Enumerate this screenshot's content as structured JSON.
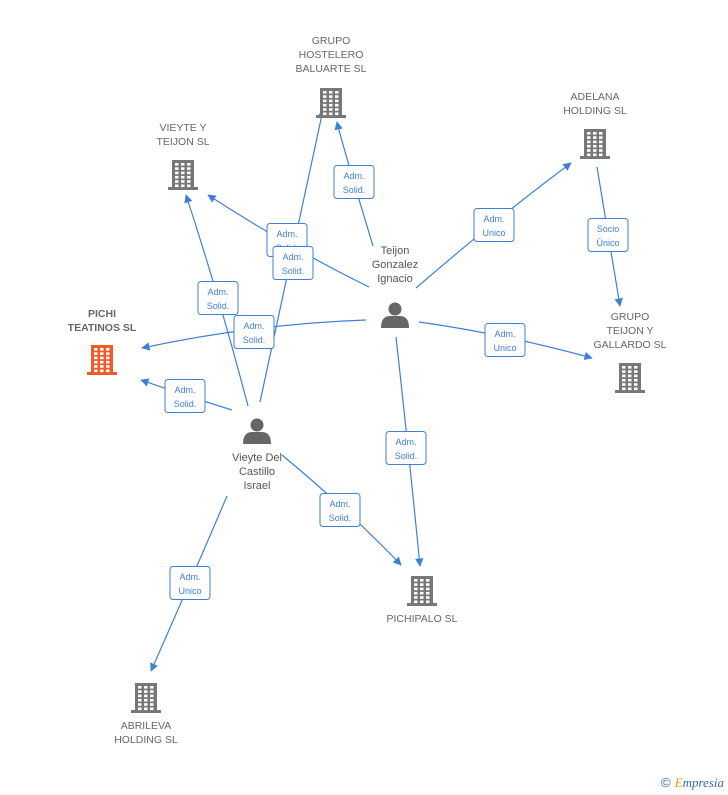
{
  "colors": {
    "edge": "#3f7fd6",
    "company": "#777777",
    "company_highlight": "#f05a28",
    "person": "#666666"
  },
  "nodes": [
    {
      "id": "grupo_hostelero",
      "type": "company",
      "lines": [
        "GRUPO",
        "HOSTELERO",
        "BALUARTE  SL"
      ]
    },
    {
      "id": "adelana",
      "type": "company",
      "lines": [
        "ADELANA",
        "HOLDING  SL"
      ]
    },
    {
      "id": "vieyte_teijon",
      "type": "company",
      "lines": [
        "VIEYTE Y",
        "TEIJON  SL"
      ]
    },
    {
      "id": "pichi_teatinos",
      "type": "company",
      "highlight": true,
      "lines": [
        "PICHI",
        "TEATINOS  SL"
      ]
    },
    {
      "id": "grupo_teijon",
      "type": "company",
      "lines": [
        "GRUPO",
        "TEIJON Y",
        "GALLARDO  SL"
      ]
    },
    {
      "id": "pichipalo",
      "type": "company",
      "lines": [
        "PICHIPALO  SL"
      ]
    },
    {
      "id": "abrileva",
      "type": "company",
      "lines": [
        "ABRILEVA",
        "HOLDING  SL"
      ]
    },
    {
      "id": "teijon_gonzalez",
      "type": "person",
      "lines": [
        "Teijon",
        "Gonzalez",
        "Ignacio"
      ]
    },
    {
      "id": "vieyte_castillo",
      "type": "person",
      "lines": [
        "Vieyte Del",
        "Castillo",
        "Israel"
      ]
    }
  ],
  "edges": [
    {
      "from": "teijon_gonzalez",
      "to": "grupo_hostelero",
      "label": [
        "Adm.",
        "Solid."
      ]
    },
    {
      "from": "teijon_gonzalez",
      "to": "adelana",
      "label": [
        "Adm.",
        "Unico"
      ]
    },
    {
      "from": "teijon_gonzalez",
      "to": "vieyte_teijon",
      "label": [
        "Adm.",
        "Solid."
      ]
    },
    {
      "from": "teijon_gonzalez",
      "to": "pichi_teatinos",
      "label": [
        "Adm.",
        "Solid."
      ]
    },
    {
      "from": "teijon_gonzalez",
      "to": "grupo_teijon",
      "label": [
        "Adm.",
        "Unico"
      ]
    },
    {
      "from": "teijon_gonzalez",
      "to": "pichipalo",
      "label": [
        "Adm.",
        "Solid."
      ]
    },
    {
      "from": "adelana",
      "to": "grupo_teijon",
      "label": [
        "Socio",
        "Único"
      ]
    },
    {
      "from": "vieyte_castillo",
      "to": "grupo_hostelero",
      "label": [
        "Adm.",
        "Solid."
      ]
    },
    {
      "from": "vieyte_castillo",
      "to": "vieyte_teijon",
      "label": [
        "Adm.",
        "Solid."
      ]
    },
    {
      "from": "vieyte_castillo",
      "to": "pichi_teatinos",
      "label": [
        "Adm.",
        "Solid."
      ]
    },
    {
      "from": "vieyte_castillo",
      "to": "pichipalo",
      "label": [
        "Adm.",
        "Solid."
      ]
    },
    {
      "from": "vieyte_castillo",
      "to": "abrileva",
      "label": [
        "Adm.",
        "Unico"
      ]
    }
  ],
  "footer": {
    "copyright": "©",
    "brand_first": "E",
    "brand_rest": "mpresia"
  }
}
